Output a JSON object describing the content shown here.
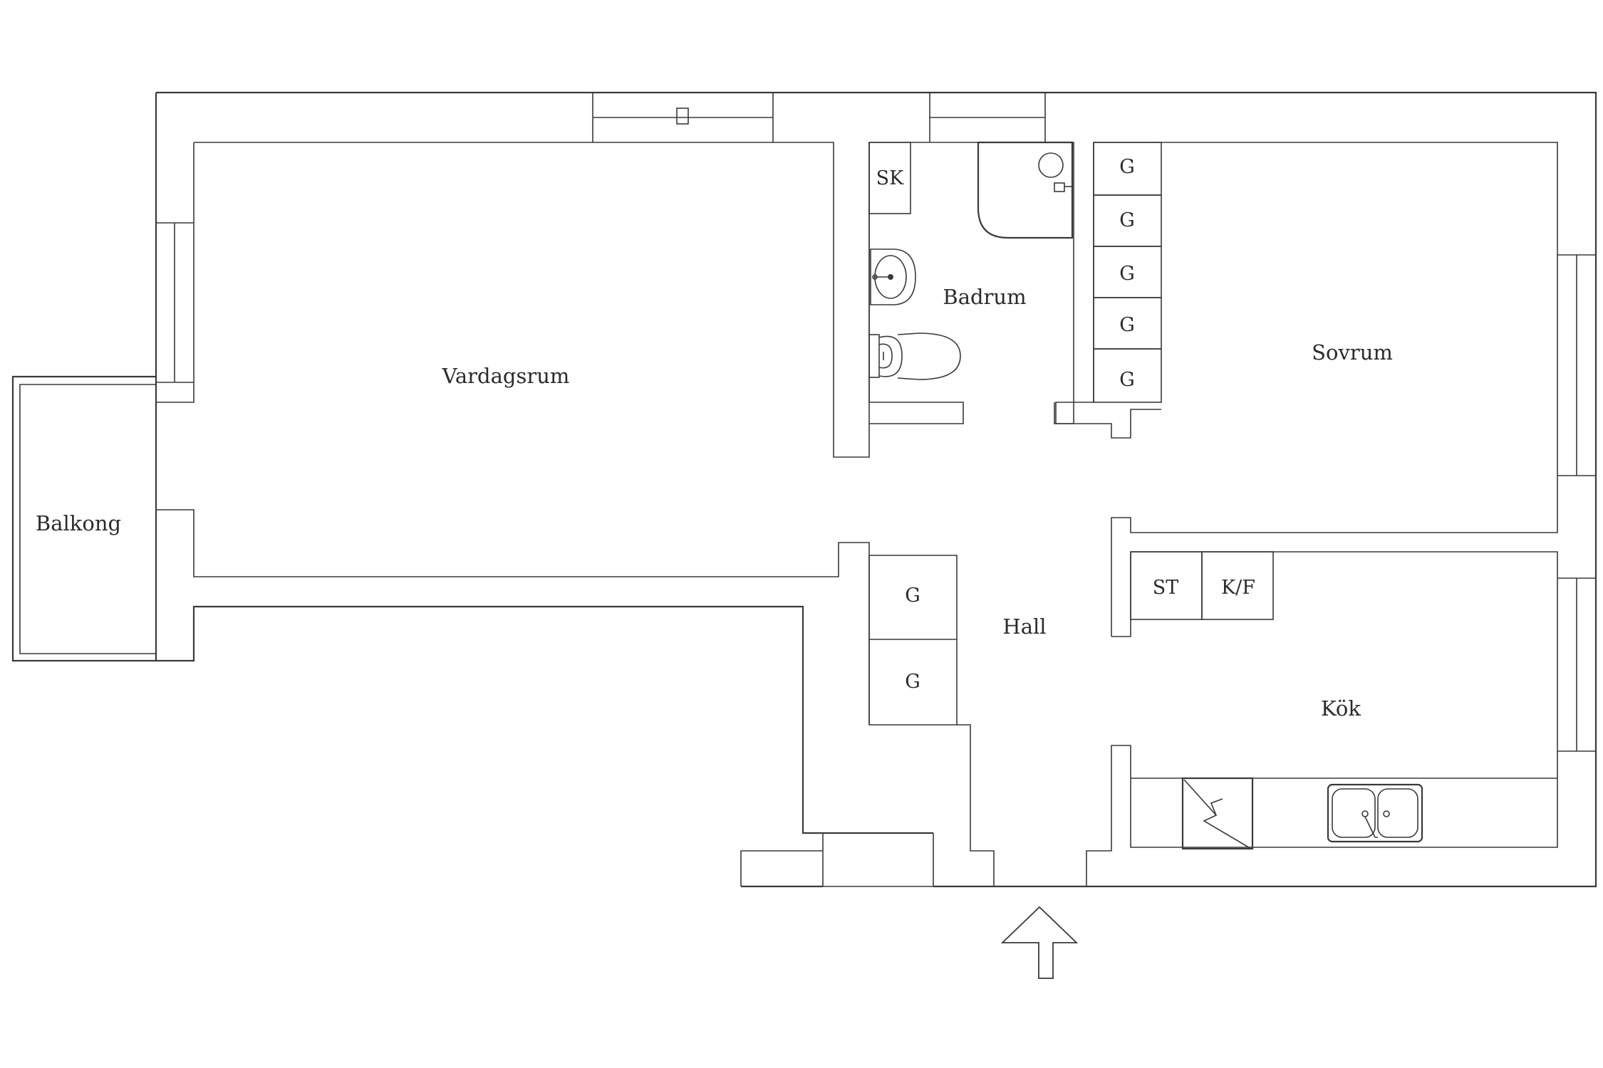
{
  "rooms": {
    "vardagsrum": "Vardagsrum",
    "badrum": "Badrum",
    "sovrum": "Sovrum",
    "balkong": "Balkong",
    "hall": "Hall",
    "kok": "Kök"
  },
  "fixtures": {
    "sk": "SK",
    "st": "ST",
    "kf": "K/F",
    "g": "G"
  },
  "colors": {
    "line": "#3a3a3a",
    "text": "#2b2b2b",
    "background": "#ffffff"
  },
  "icons": [
    "sink-icon",
    "toilet-icon",
    "shower-icon",
    "stove-icon",
    "double-sink-icon",
    "entrance-arrow-icon"
  ]
}
